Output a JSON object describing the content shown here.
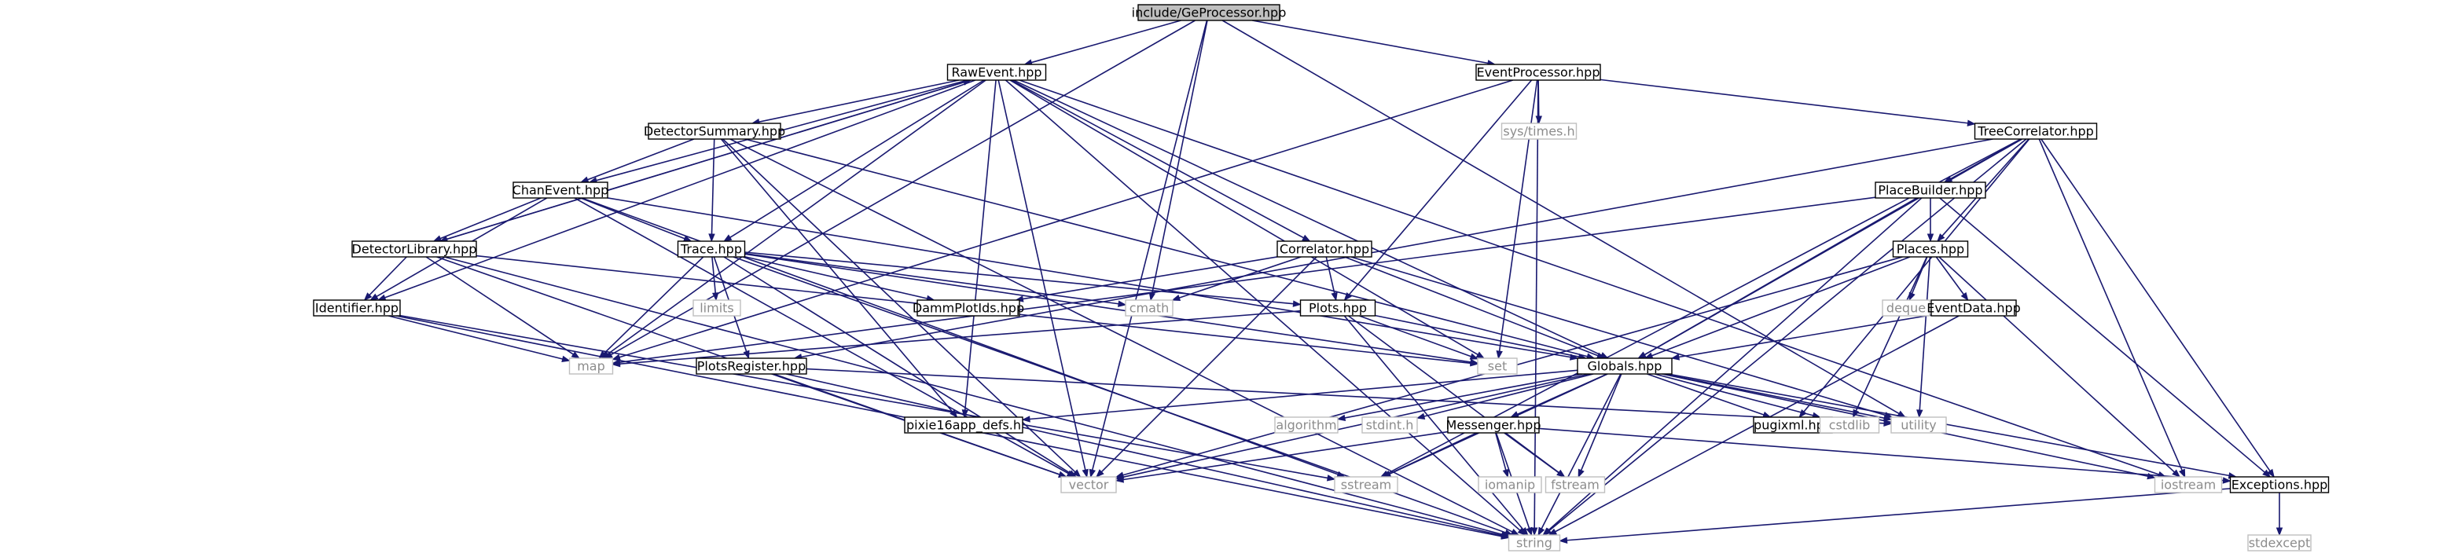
{
  "diagram": {
    "title": "include/GeProcessor.hpp",
    "colors": {
      "edge": "#191970",
      "root_fill": "#bfbfbf",
      "node_border": "#000000",
      "system_border": "#bfbfbf",
      "system_text": "#8c8c8c"
    },
    "nodes": [
      {
        "id": "GeProcessor",
        "label": "include/GeProcessor.hpp",
        "kind": "root"
      },
      {
        "id": "RawEvent",
        "label": "RawEvent.hpp",
        "kind": "header"
      },
      {
        "id": "EventProcessor",
        "label": "EventProcessor.hpp",
        "kind": "header"
      },
      {
        "id": "DetectorSummary",
        "label": "DetectorSummary.hpp",
        "kind": "header"
      },
      {
        "id": "systimes",
        "label": "sys/times.h",
        "kind": "system"
      },
      {
        "id": "TreeCorrelator",
        "label": "TreeCorrelator.hpp",
        "kind": "header"
      },
      {
        "id": "ChanEvent",
        "label": "ChanEvent.hpp",
        "kind": "header"
      },
      {
        "id": "PlaceBuilder",
        "label": "PlaceBuilder.hpp",
        "kind": "header"
      },
      {
        "id": "DetectorLibrary",
        "label": "DetectorLibrary.hpp",
        "kind": "header"
      },
      {
        "id": "Trace",
        "label": "Trace.hpp",
        "kind": "header"
      },
      {
        "id": "Correlator",
        "label": "Correlator.hpp",
        "kind": "header"
      },
      {
        "id": "Places",
        "label": "Places.hpp",
        "kind": "header"
      },
      {
        "id": "Identifier",
        "label": "Identifier.hpp",
        "kind": "header"
      },
      {
        "id": "limits",
        "label": "limits",
        "kind": "system"
      },
      {
        "id": "DammPlotIds",
        "label": "DammPlotIds.hpp",
        "kind": "header"
      },
      {
        "id": "cmath",
        "label": "cmath",
        "kind": "system"
      },
      {
        "id": "Plots",
        "label": "Plots.hpp",
        "kind": "header"
      },
      {
        "id": "deque",
        "label": "deque",
        "kind": "system"
      },
      {
        "id": "EventData",
        "label": "EventData.hpp",
        "kind": "header"
      },
      {
        "id": "map",
        "label": "map",
        "kind": "system"
      },
      {
        "id": "PlotsRegister",
        "label": "PlotsRegister.hpp",
        "kind": "header"
      },
      {
        "id": "set",
        "label": "set",
        "kind": "system"
      },
      {
        "id": "Globals",
        "label": "Globals.hpp",
        "kind": "header"
      },
      {
        "id": "pixie16",
        "label": "pixie16app_defs.h",
        "kind": "header"
      },
      {
        "id": "algorithm",
        "label": "algorithm",
        "kind": "system"
      },
      {
        "id": "stdinth",
        "label": "stdint.h",
        "kind": "system"
      },
      {
        "id": "Messenger",
        "label": "Messenger.hpp",
        "kind": "header"
      },
      {
        "id": "pugixml",
        "label": "pugixml.hpp",
        "kind": "header"
      },
      {
        "id": "cstdlib",
        "label": "cstdlib",
        "kind": "system"
      },
      {
        "id": "utility",
        "label": "utility",
        "kind": "system"
      },
      {
        "id": "vector",
        "label": "vector",
        "kind": "system"
      },
      {
        "id": "sstream",
        "label": "sstream",
        "kind": "system"
      },
      {
        "id": "iomanip",
        "label": "iomanip",
        "kind": "system"
      },
      {
        "id": "fstream",
        "label": "fstream",
        "kind": "system"
      },
      {
        "id": "iostream",
        "label": "iostream",
        "kind": "system"
      },
      {
        "id": "Exceptions",
        "label": "Exceptions.hpp",
        "kind": "header"
      },
      {
        "id": "string",
        "label": "string",
        "kind": "system"
      },
      {
        "id": "stdexcept",
        "label": "stdexcept",
        "kind": "system"
      }
    ],
    "edges": [
      [
        "GeProcessor",
        "RawEvent"
      ],
      [
        "GeProcessor",
        "EventProcessor"
      ],
      [
        "GeProcessor",
        "cmath"
      ],
      [
        "GeProcessor",
        "vector"
      ],
      [
        "GeProcessor",
        "utility"
      ],
      [
        "GeProcessor",
        "map"
      ],
      [
        "RawEvent",
        "DetectorSummary"
      ],
      [
        "RawEvent",
        "ChanEvent"
      ],
      [
        "RawEvent",
        "DetectorLibrary"
      ],
      [
        "RawEvent",
        "Identifier"
      ],
      [
        "RawEvent",
        "Trace"
      ],
      [
        "RawEvent",
        "Correlator"
      ],
      [
        "RawEvent",
        "Globals"
      ],
      [
        "RawEvent",
        "set"
      ],
      [
        "RawEvent",
        "vector"
      ],
      [
        "RawEvent",
        "pixie16"
      ],
      [
        "RawEvent",
        "string"
      ],
      [
        "RawEvent",
        "iostream"
      ],
      [
        "RawEvent",
        "map"
      ],
      [
        "EventProcessor",
        "systimes"
      ],
      [
        "EventProcessor",
        "TreeCorrelator"
      ],
      [
        "EventProcessor",
        "Plots"
      ],
      [
        "EventProcessor",
        "set"
      ],
      [
        "EventProcessor",
        "map"
      ],
      [
        "EventProcessor",
        "string"
      ],
      [
        "DetectorSummary",
        "ChanEvent"
      ],
      [
        "DetectorSummary",
        "Trace"
      ],
      [
        "DetectorSummary",
        "Globals"
      ],
      [
        "DetectorSummary",
        "pixie16"
      ],
      [
        "DetectorSummary",
        "vector"
      ],
      [
        "DetectorSummary",
        "string"
      ],
      [
        "ChanEvent",
        "DetectorLibrary"
      ],
      [
        "ChanEvent",
        "Identifier"
      ],
      [
        "ChanEvent",
        "Trace"
      ],
      [
        "ChanEvent",
        "Globals"
      ],
      [
        "ChanEvent",
        "sstream"
      ],
      [
        "ChanEvent",
        "vector"
      ],
      [
        "DetectorLibrary",
        "Identifier"
      ],
      [
        "DetectorLibrary",
        "map"
      ],
      [
        "DetectorLibrary",
        "set"
      ],
      [
        "DetectorLibrary",
        "vector"
      ],
      [
        "DetectorLibrary",
        "string"
      ],
      [
        "DetectorLibrary",
        "RawEvent"
      ],
      [
        "Trace",
        "limits"
      ],
      [
        "Trace",
        "DammPlotIds"
      ],
      [
        "Trace",
        "cmath"
      ],
      [
        "Trace",
        "Plots"
      ],
      [
        "Trace",
        "PlotsRegister"
      ],
      [
        "Trace",
        "map"
      ],
      [
        "Trace",
        "set"
      ],
      [
        "Trace",
        "vector"
      ],
      [
        "Trace",
        "string"
      ],
      [
        "Identifier",
        "map"
      ],
      [
        "Identifier",
        "string"
      ],
      [
        "Identifier",
        "sstream"
      ],
      [
        "Correlator",
        "DammPlotIds"
      ],
      [
        "Correlator",
        "cmath"
      ],
      [
        "Correlator",
        "Plots"
      ],
      [
        "Correlator",
        "Globals"
      ],
      [
        "Correlator",
        "vector"
      ],
      [
        "Correlator",
        "utility"
      ],
      [
        "TreeCorrelator",
        "PlaceBuilder"
      ],
      [
        "TreeCorrelator",
        "Places"
      ],
      [
        "TreeCorrelator",
        "Globals"
      ],
      [
        "TreeCorrelator",
        "pugixml"
      ],
      [
        "TreeCorrelator",
        "iostream"
      ],
      [
        "TreeCorrelator",
        "Exceptions"
      ],
      [
        "TreeCorrelator",
        "string"
      ],
      [
        "TreeCorrelator",
        "sstream"
      ],
      [
        "TreeCorrelator",
        "PlotsRegister"
      ],
      [
        "PlaceBuilder",
        "Places"
      ],
      [
        "PlaceBuilder",
        "Globals"
      ],
      [
        "PlaceBuilder",
        "Exceptions"
      ],
      [
        "PlaceBuilder",
        "string"
      ],
      [
        "PlaceBuilder",
        "map"
      ],
      [
        "Places",
        "deque"
      ],
      [
        "Places",
        "EventData"
      ],
      [
        "Places",
        "Globals"
      ],
      [
        "Places",
        "cstdlib"
      ],
      [
        "Places",
        "utility"
      ],
      [
        "Places",
        "iostream"
      ],
      [
        "Places",
        "vector"
      ],
      [
        "EventData",
        "Globals"
      ],
      [
        "EventData",
        "string"
      ],
      [
        "Plots",
        "map"
      ],
      [
        "Plots",
        "set"
      ],
      [
        "Plots",
        "Globals"
      ],
      [
        "Plots",
        "string"
      ],
      [
        "Plots",
        "fstream"
      ],
      [
        "PlotsRegister",
        "vector"
      ],
      [
        "PlotsRegister",
        "string"
      ],
      [
        "PlotsRegister",
        "utility"
      ],
      [
        "Globals",
        "pixie16"
      ],
      [
        "Globals",
        "algorithm"
      ],
      [
        "Globals",
        "stdinth"
      ],
      [
        "Globals",
        "Messenger"
      ],
      [
        "Globals",
        "pugixml"
      ],
      [
        "Globals",
        "cstdlib"
      ],
      [
        "Globals",
        "utility"
      ],
      [
        "Globals",
        "vector"
      ],
      [
        "Globals",
        "sstream"
      ],
      [
        "Globals",
        "string"
      ],
      [
        "Globals",
        "iostream"
      ],
      [
        "Globals",
        "Exceptions"
      ],
      [
        "Globals",
        "fstream"
      ],
      [
        "Messenger",
        "vector"
      ],
      [
        "Messenger",
        "sstream"
      ],
      [
        "Messenger",
        "iomanip"
      ],
      [
        "Messenger",
        "fstream"
      ],
      [
        "Messenger",
        "string"
      ],
      [
        "Messenger",
        "Exceptions"
      ],
      [
        "Exceptions",
        "string"
      ],
      [
        "Exceptions",
        "stdexcept"
      ]
    ]
  }
}
